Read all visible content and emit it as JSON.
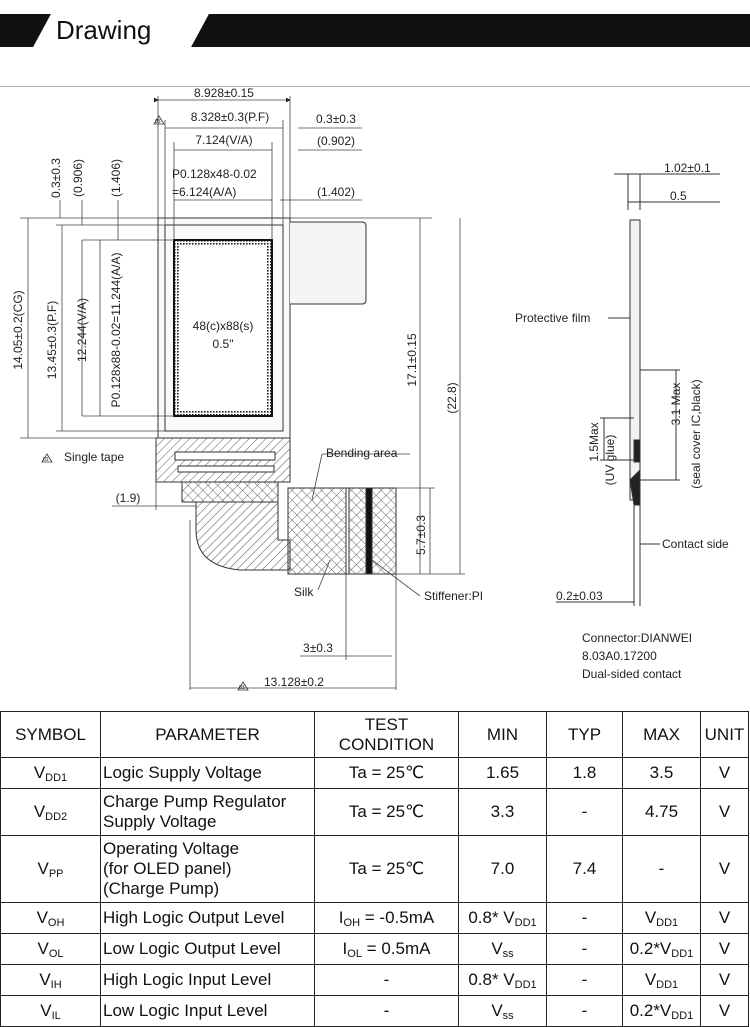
{
  "header": {
    "title": "Drawing"
  },
  "drawing": {
    "dims": {
      "overall_width": "8.928±0.15",
      "pf_width": "8.328±0.3(P.F)",
      "va_width": "7.124(V/A)",
      "right_offset": "0.3±0.3",
      "right_gap": "(0.902)",
      "pitch_h_1": "P0.128x48-0.02",
      "pitch_h_2": "=6.124(A/A)",
      "right_aa_gap": "(1.402)",
      "top_offset": "0.3±0.3",
      "top_gap_1": "(0.906)",
      "top_gap_2": "(1.406)",
      "cg_height": "14.05±0.2(CG)",
      "pf_height": "13.45±0.3(P.F)",
      "va_height": "12.244(V/A)",
      "pitch_v": "P0.128x88-0.02=11.244(A/A)",
      "total_height": "17.1±0.15",
      "overall_height": "(22.8)",
      "fpc_gap": "(1.9)",
      "stiffener_height": "5.7±0.3",
      "stiffener_offset": "3±0.3",
      "overall_fpc": "13.128±0.2",
      "thickness": "1.02±0.1",
      "glass_thickness": "0.5",
      "uv_glue_1": "1.5Max",
      "uv_glue_2": "(UV glue)",
      "seal_1": "3.1 Max",
      "seal_2": "(seal cover IC,black)",
      "contact_thickness": "0.2±0.03"
    },
    "labels": {
      "pixels": "48(c)x88(s)",
      "size": "0.5\"",
      "single_tape": "Single tape",
      "bending_area": "Bending area",
      "silk": "Silk",
      "stiffener": "Stiffener:PI",
      "protective_film": "Protective film",
      "contact_side": "Contact side",
      "rev_mark": "03"
    },
    "connector": {
      "line1": "Connector:DIANWEI",
      "line2": "8.03A0.17200",
      "line3": "Dual-sided contact"
    }
  },
  "table": {
    "headers": {
      "symbol": "SYMBOL",
      "parameter": "PARAMETER",
      "test1": "TEST",
      "test2": "CONDITION",
      "min": "MIN",
      "typ": "TYP",
      "max": "MAX",
      "unit": "UNIT"
    },
    "rows": [
      {
        "sym": "V",
        "sub": "DD1",
        "param": [
          "Logic Supply Voltage"
        ],
        "cond": "Ta = 25℃",
        "min": "1.65",
        "typ": "1.8",
        "max": "3.5",
        "unit": "V"
      },
      {
        "sym": "V",
        "sub": "DD2",
        "param": [
          "Charge Pump Regulator",
          "Supply Voltage"
        ],
        "cond": "Ta = 25℃",
        "min": "3.3",
        "typ": "-",
        "max": "4.75",
        "unit": "V"
      },
      {
        "sym": "V",
        "sub": "PP",
        "param": [
          "Operating Voltage",
          "(for OLED panel)",
          "(Charge Pump)"
        ],
        "cond": "Ta = 25℃",
        "min": "7.0",
        "typ": "7.4",
        "max": "-",
        "unit": "V"
      },
      {
        "sym": "V",
        "sub": "OH",
        "param": [
          "High Logic Output Level"
        ],
        "cond_i": "I",
        "cond_sub": "OH",
        "cond": " = -0.5mA",
        "min": "0.8* V",
        "min_sub": "DD1",
        "typ": "-",
        "max": "V",
        "max_sub": "DD1",
        "unit": "V"
      },
      {
        "sym": "V",
        "sub": "OL",
        "param": [
          "Low Logic Output Level"
        ],
        "cond_i": "I",
        "cond_sub": "OL",
        "cond": " = 0.5mA",
        "min": "V",
        "min_sub": "ss",
        "typ": "-",
        "max": "0.2*V",
        "max_sub": "DD1",
        "unit": "V"
      },
      {
        "sym": "V",
        "sub": "IH",
        "param": [
          "High Logic Input Level"
        ],
        "cond": "-",
        "min": "0.8* V",
        "min_sub": "DD1",
        "typ": "-",
        "max": "V",
        "max_sub": "DD1",
        "unit": "V"
      },
      {
        "sym": "V",
        "sub": "IL",
        "param": [
          "Low Logic Input Level"
        ],
        "cond": "-",
        "min": "V",
        "min_sub": "ss",
        "typ": "-",
        "max": "0.2*V",
        "max_sub": "DD1",
        "unit": "V"
      }
    ]
  }
}
